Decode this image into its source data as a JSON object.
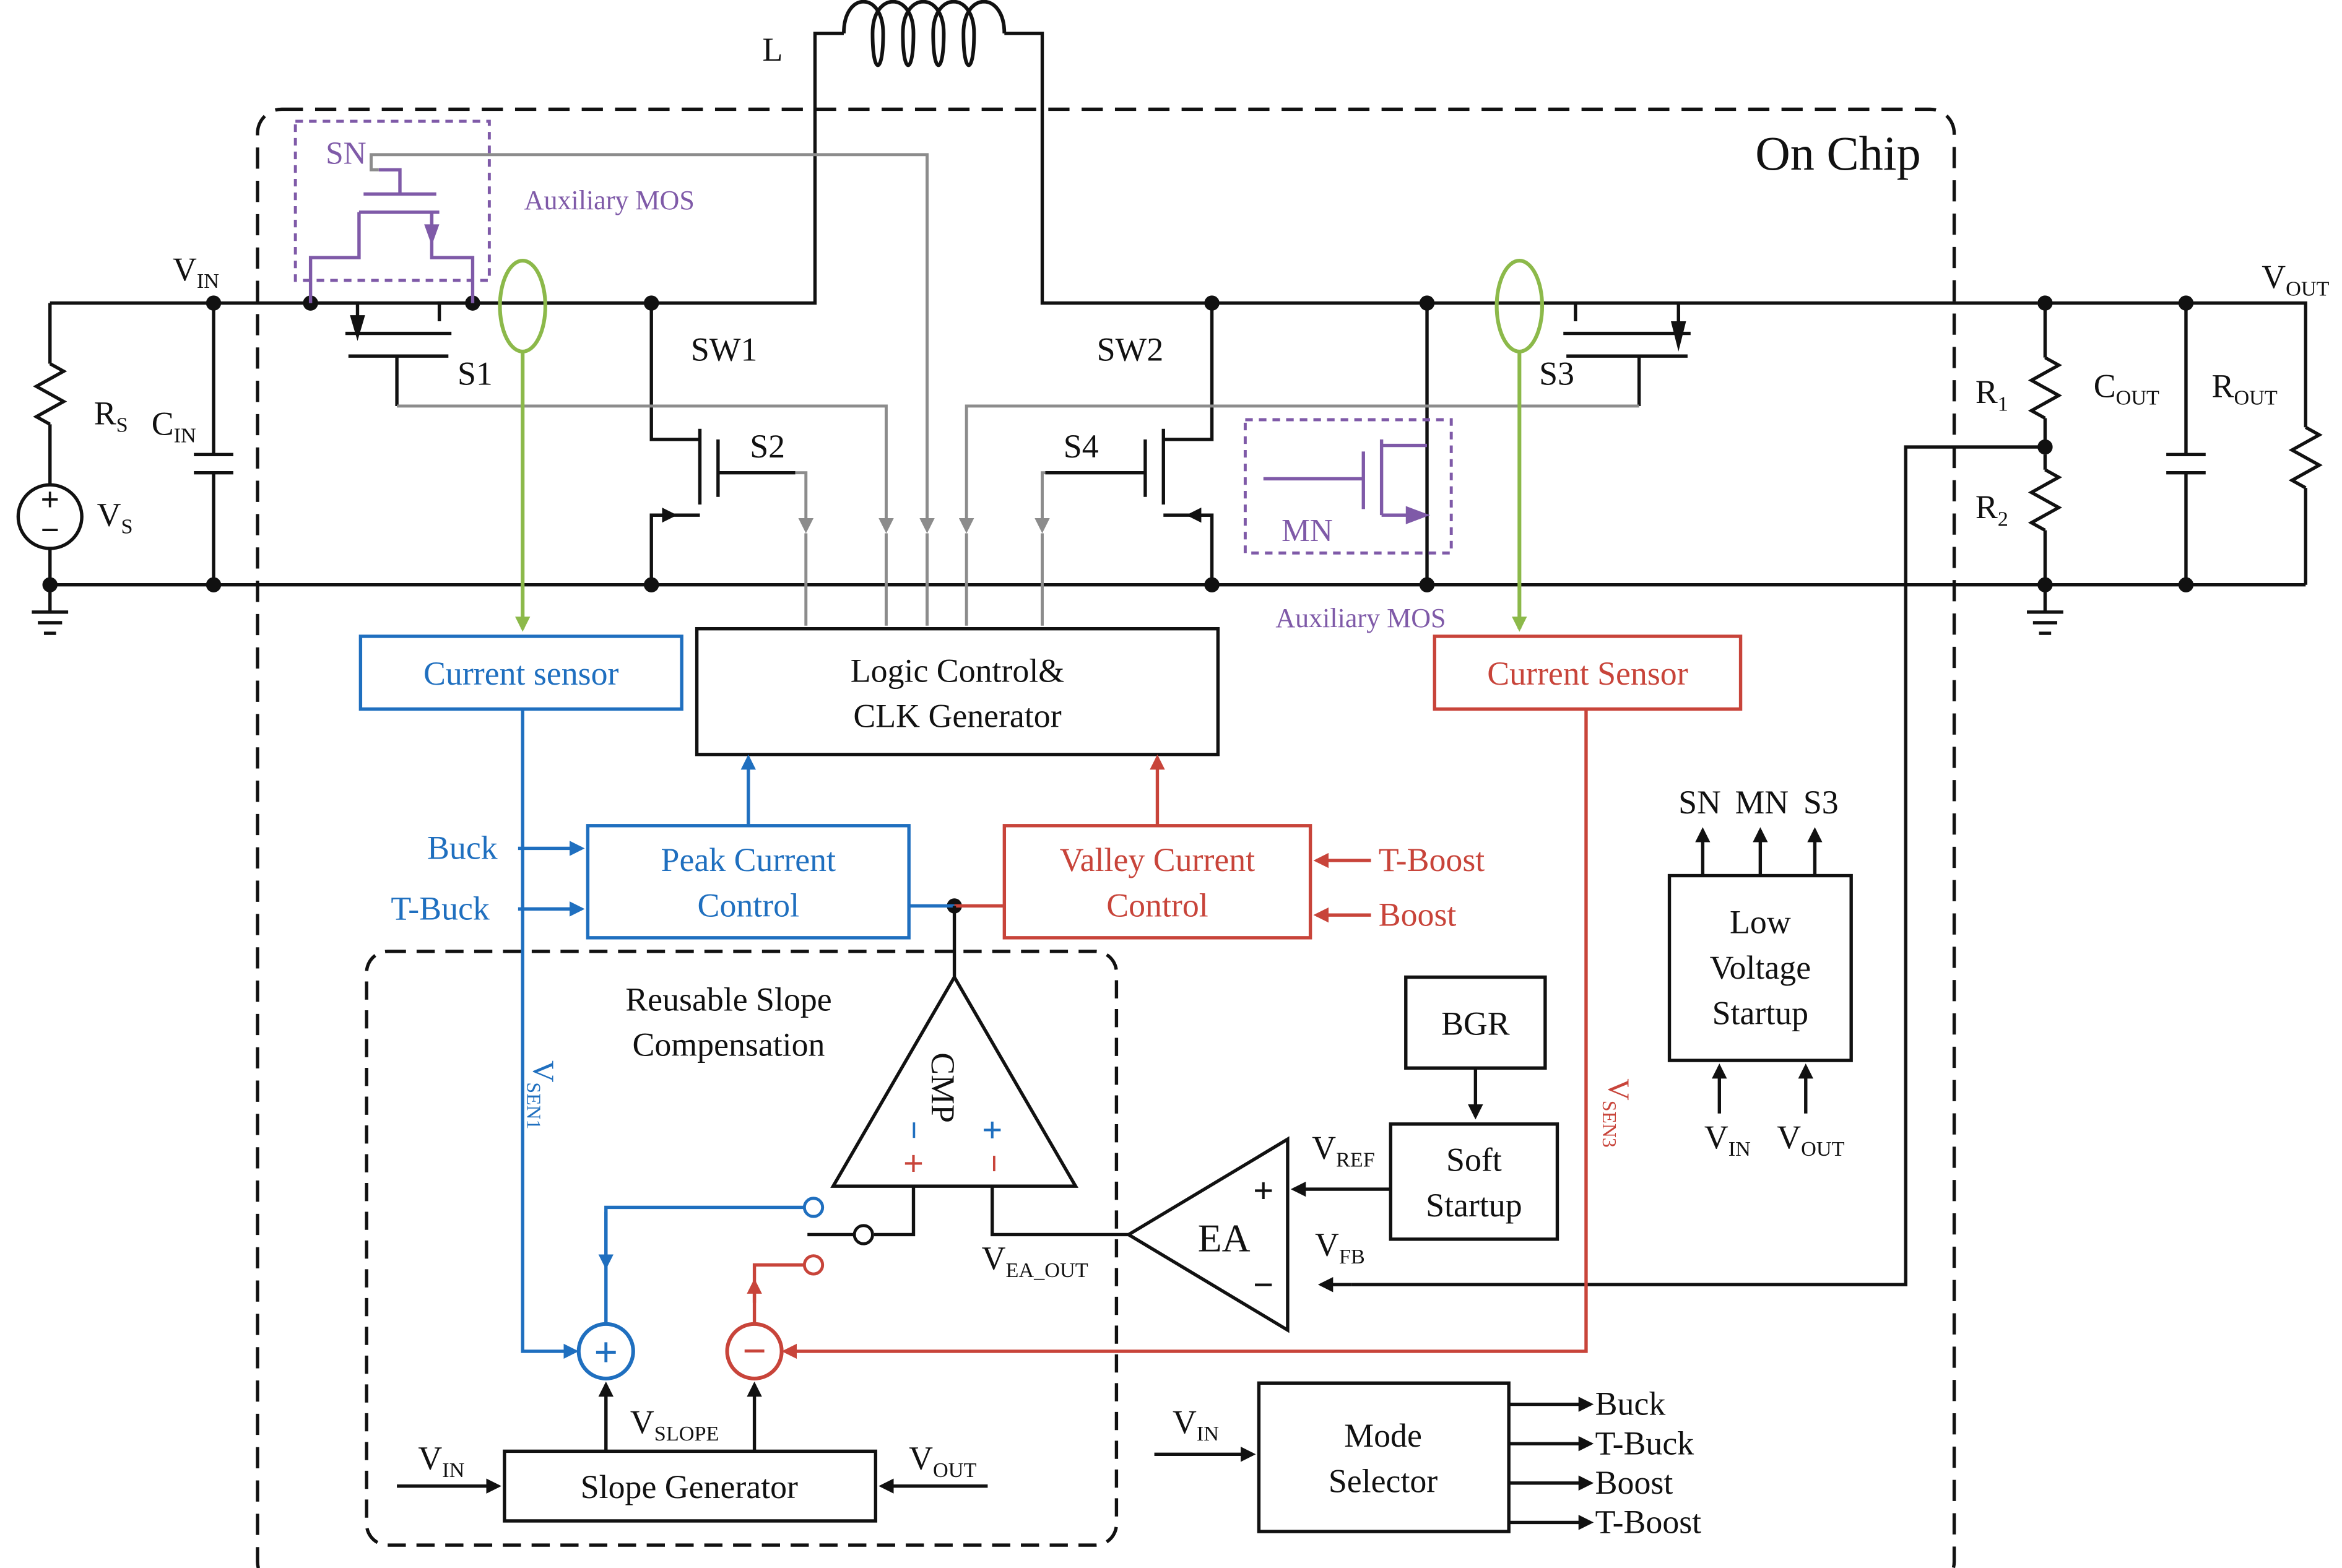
{
  "colors": {
    "black": "#111111",
    "blue": "#1f6fbf",
    "red": "#c8443a",
    "green": "#8cb94a",
    "purple": "#7f5aa8",
    "gray": "#8c8c8c"
  },
  "chip": {
    "title": "On Chip"
  },
  "inductor": {
    "label": "L"
  },
  "input": {
    "vin": {
      "main": "V",
      "sub": "IN"
    },
    "rs": {
      "main": "R",
      "sub": "S"
    },
    "cin": {
      "main": "C",
      "sub": "IN"
    },
    "vs": {
      "main": "V",
      "sub": "S"
    },
    "plus_sign": "+",
    "minus_sign": "−"
  },
  "output": {
    "vout": {
      "main": "V",
      "sub": "OUT"
    },
    "r1": {
      "main": "R",
      "sub": "1"
    },
    "r2": {
      "main": "R",
      "sub": "2"
    },
    "cout": {
      "main": "C",
      "sub": "OUT"
    },
    "rout": {
      "main": "R",
      "sub": "OUT"
    }
  },
  "switches": {
    "s1": "S1",
    "s2": "S2",
    "s3": "S3",
    "s4": "S4",
    "sw1": "SW1",
    "sw2": "SW2",
    "sn": "SN",
    "mn": "MN",
    "aux_top": "Auxiliary MOS",
    "aux_bottom": "Auxiliary MOS"
  },
  "blocks": {
    "current_sensor_left": "Current sensor",
    "current_sensor_right": "Current Sensor",
    "logic_line1": "Logic Control&",
    "logic_line2": "CLK Generator",
    "peak_line1": "Peak Current",
    "peak_line2": "Control",
    "valley_line1": "Valley Current",
    "valley_line2": "Control",
    "reusable_line1": "Reusable Slope",
    "reusable_line2": "Compensation",
    "cmp": "CMP",
    "ea": "EA",
    "bgr": "BGR",
    "soft_line1": "Soft",
    "soft_line2": "Startup",
    "lvs_line1": "Low",
    "lvs_line2": "Voltage",
    "lvs_line3": "Startup",
    "slope_generator": "Slope Generator",
    "mode_line1": "Mode",
    "mode_line2": "Selector"
  },
  "inputs_peak": [
    "Buck",
    "T-Buck"
  ],
  "inputs_valley": [
    "T-Boost",
    "Boost"
  ],
  "lvs_outputs": [
    "SN",
    "MN",
    "S3"
  ],
  "mode_outputs": [
    "Buck",
    "T-Buck",
    "Boost",
    "T-Boost"
  ],
  "signals": {
    "vsen1": {
      "main": "V",
      "sub": "SEN1"
    },
    "vsen3": {
      "main": "V",
      "sub": "SEN3"
    },
    "vref": {
      "main": "V",
      "sub": "REF"
    },
    "vfb": {
      "main": "V",
      "sub": "FB"
    },
    "vea_out": {
      "main": "V",
      "sub": "EA_OUT"
    },
    "vslope": {
      "main": "V",
      "sub": "SLOPE"
    },
    "vin_slope": {
      "main": "V",
      "sub": "IN"
    },
    "vout_slope": {
      "main": "V",
      "sub": "OUT"
    },
    "vin_lvs": {
      "main": "V",
      "sub": "IN"
    },
    "vout_lvs": {
      "main": "V",
      "sub": "OUT"
    },
    "vin_mode": {
      "main": "V",
      "sub": "IN"
    }
  },
  "symbols": {
    "plus": "+",
    "minus": "−"
  }
}
